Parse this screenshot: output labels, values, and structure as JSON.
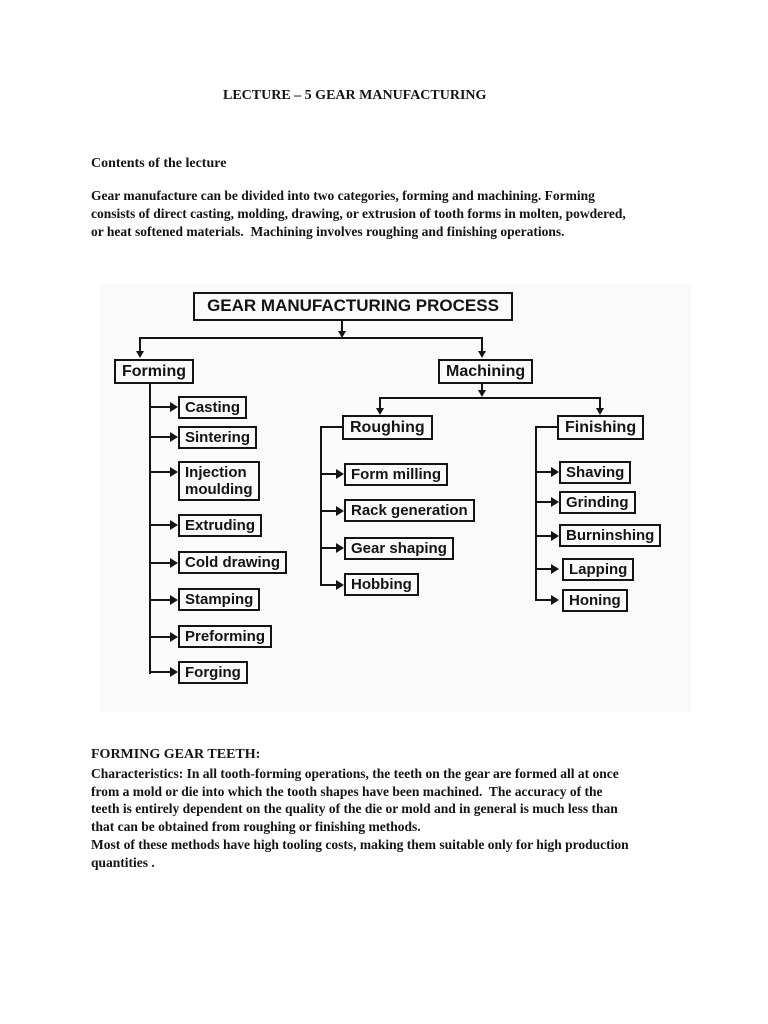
{
  "page": {
    "title": "LECTURE – 5 GEAR MANUFACTURING",
    "contents_heading": "Contents of the lecture",
    "intro_lines": [
      "Gear manufacture can be divided into two categories, forming and machining. Forming",
      "consists of direct casting, molding, drawing, or extrusion of tooth forms in molten, powdered,",
      "or heat softened materials.  Machining involves roughing and finishing operations."
    ]
  },
  "flowchart": {
    "root": "GEAR MANUFACTURING PROCESS",
    "forming": {
      "label": "Forming",
      "children": [
        "Casting",
        "Sintering",
        "Injection\nmoulding",
        "Extruding",
        "Cold drawing",
        "Stamping",
        "Preforming",
        "Forging"
      ]
    },
    "machining": {
      "label": "Machining",
      "roughing": {
        "label": "Roughing",
        "children": [
          "Form milling",
          "Rack generation",
          "Gear shaping",
          "Hobbing"
        ]
      },
      "finishing": {
        "label": "Finishing",
        "children": [
          "Shaving",
          "Grinding",
          "Burninshing",
          "Lapping",
          "Honing"
        ]
      }
    }
  },
  "forming_section": {
    "heading": "FORMING GEAR TEETH:",
    "lines": [
      "Characteristics: In all tooth-forming operations, the teeth on the gear are formed all at once",
      "from a mold or die into which the tooth shapes have been machined.  The accuracy of the",
      "teeth is entirely dependent on the quality of the die or mold and in general is much less than",
      "that can be obtained from roughing or finishing methods.",
      "Most of these methods have high tooling costs, making them suitable only for high production",
      "quantities ."
    ]
  },
  "colors": {
    "ink": "#141414",
    "figure_bg": "#fafafa",
    "page_bg": "#ffffff"
  }
}
